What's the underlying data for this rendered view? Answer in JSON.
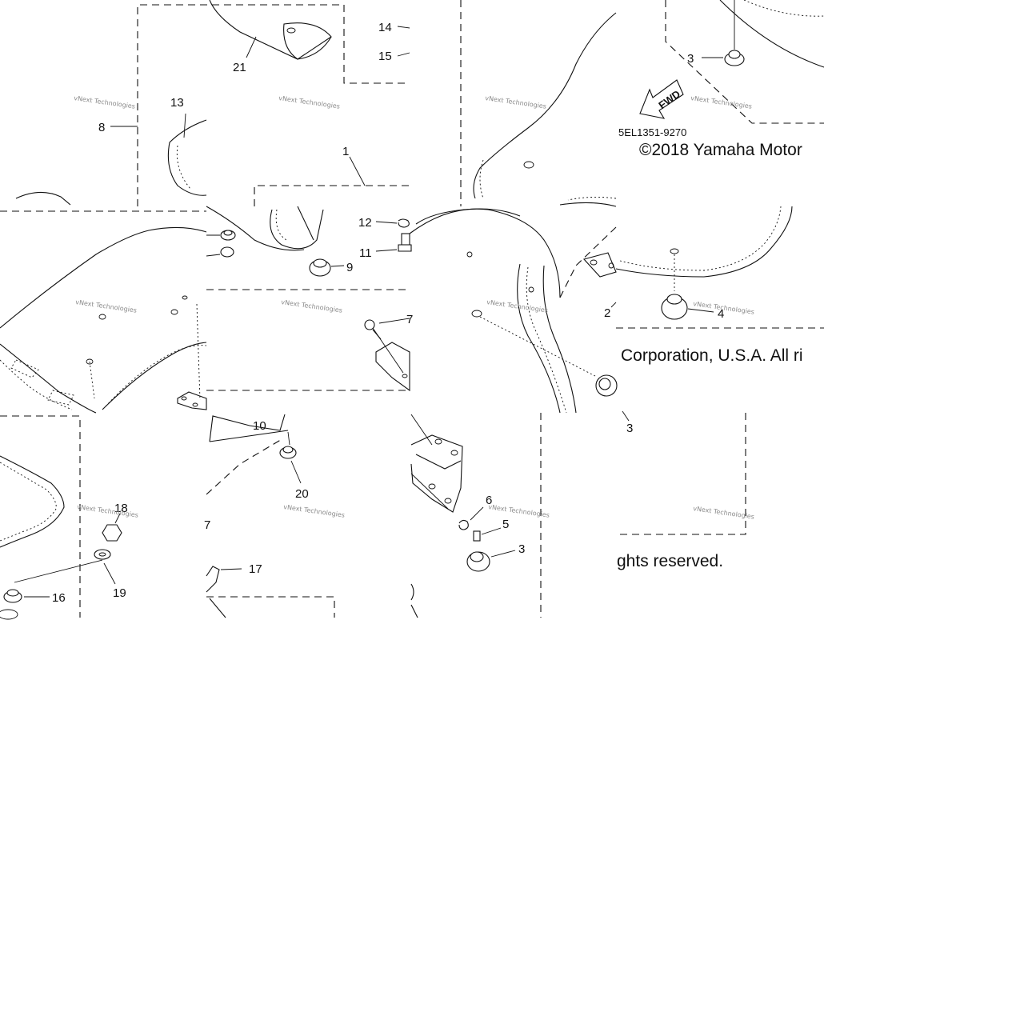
{
  "diagram": {
    "drawing_code": "5EL1351-9270",
    "copyright_line1": "©2018 Yamaha Motor",
    "copyright_line2": "Corporation, U.S.A. All ri",
    "copyright_line3": "ghts reserved.",
    "fwd_label": "FWD",
    "watermark_text": "vNext Technologies",
    "callouts": {
      "c21": "21",
      "c14": "14",
      "c15": "15",
      "c13": "13",
      "c8": "8",
      "c1": "1",
      "c12": "12",
      "c11": "11",
      "c9": "9",
      "c7a": "7",
      "c3a": "3",
      "c2": "2",
      "c4": "4",
      "c3b": "3",
      "c10": "10",
      "c20": "20",
      "c7b": "7",
      "c17": "17",
      "c18": "18",
      "c19": "19",
      "c16": "16",
      "c6": "6",
      "c5": "5",
      "c3c": "3"
    }
  }
}
